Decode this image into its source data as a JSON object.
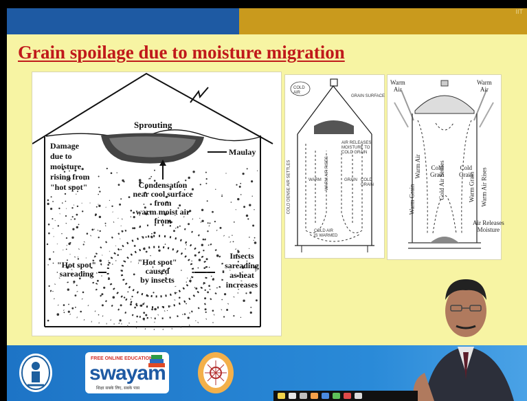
{
  "slide": {
    "corner_mark": "IIT",
    "title": "Grain spoilage due to moisture migration",
    "colors": {
      "title": "#c0191b",
      "slide_bg": "#f7f4a3",
      "top_left": "#1e5aa3",
      "top_right": "#c99a1d",
      "bottom": "#1d74c6"
    }
  },
  "diagram1": {
    "sprouting": "Sprouting",
    "damage": [
      "Damage",
      "due to",
      "moisture",
      "rising from",
      "\"hot spot\""
    ],
    "maulay": "Maulay",
    "condensation": [
      "Condensation",
      "near cool surface",
      "from",
      "warm moist air",
      "from"
    ],
    "hotspot_spreading": [
      "\"Hot spot\"",
      "sareading"
    ],
    "hotspot_caused": [
      "\"Hot spot\"",
      "caused",
      "by insects"
    ],
    "insects_spreading": [
      "Insects",
      "sareading",
      "as heat",
      "increases"
    ]
  },
  "diagram2": {
    "cold_air": [
      "COLD",
      "AIR"
    ],
    "grain_surface": "GRAIN SURFACE",
    "moisture": [
      "AIR RELEASES",
      "MOISTURE TO",
      "COLD GRAIN"
    ],
    "warm": "WARM",
    "grain": "GRAIN",
    "cold_grain": [
      "COLD",
      "GRAIN"
    ],
    "cold_air_warmed": [
      "COLD AIR",
      "IS WARMED"
    ],
    "left_vertical": "COLD DENSE AIR SETTLES",
    "mid_vertical": "WARM AIR RISES"
  },
  "diagram3": {
    "warm_air_left": [
      "Warm",
      "Air"
    ],
    "warm_air_right": [
      "Warm",
      "Air"
    ],
    "warm_air_vertical": "Warm Air",
    "warm_grain_left": "Warm Grain",
    "cold_grain_left": [
      "Cold",
      "Grain"
    ],
    "cold_air_settles": "Cold Air Settles",
    "cold_grain_right": [
      "Cold",
      "Grain"
    ],
    "warm_grain_right": "Warm Grain",
    "warm_air_rises": "Warm Air Rises",
    "air_releases": [
      "Air Releases",
      "Moisture"
    ]
  },
  "footer": {
    "free_online": "FREE ONLINE EDUCATION",
    "swayam": "swayam",
    "tagline": "शिक्षा सबके लिए, सबके पास"
  },
  "toolbar_icons": [
    "pen-yellow-icon",
    "pen-white-icon",
    "eraser-icon",
    "marker-icon",
    "pen-blue-icon",
    "pen-green-icon",
    "pen-red-icon",
    "pointer-icon"
  ]
}
